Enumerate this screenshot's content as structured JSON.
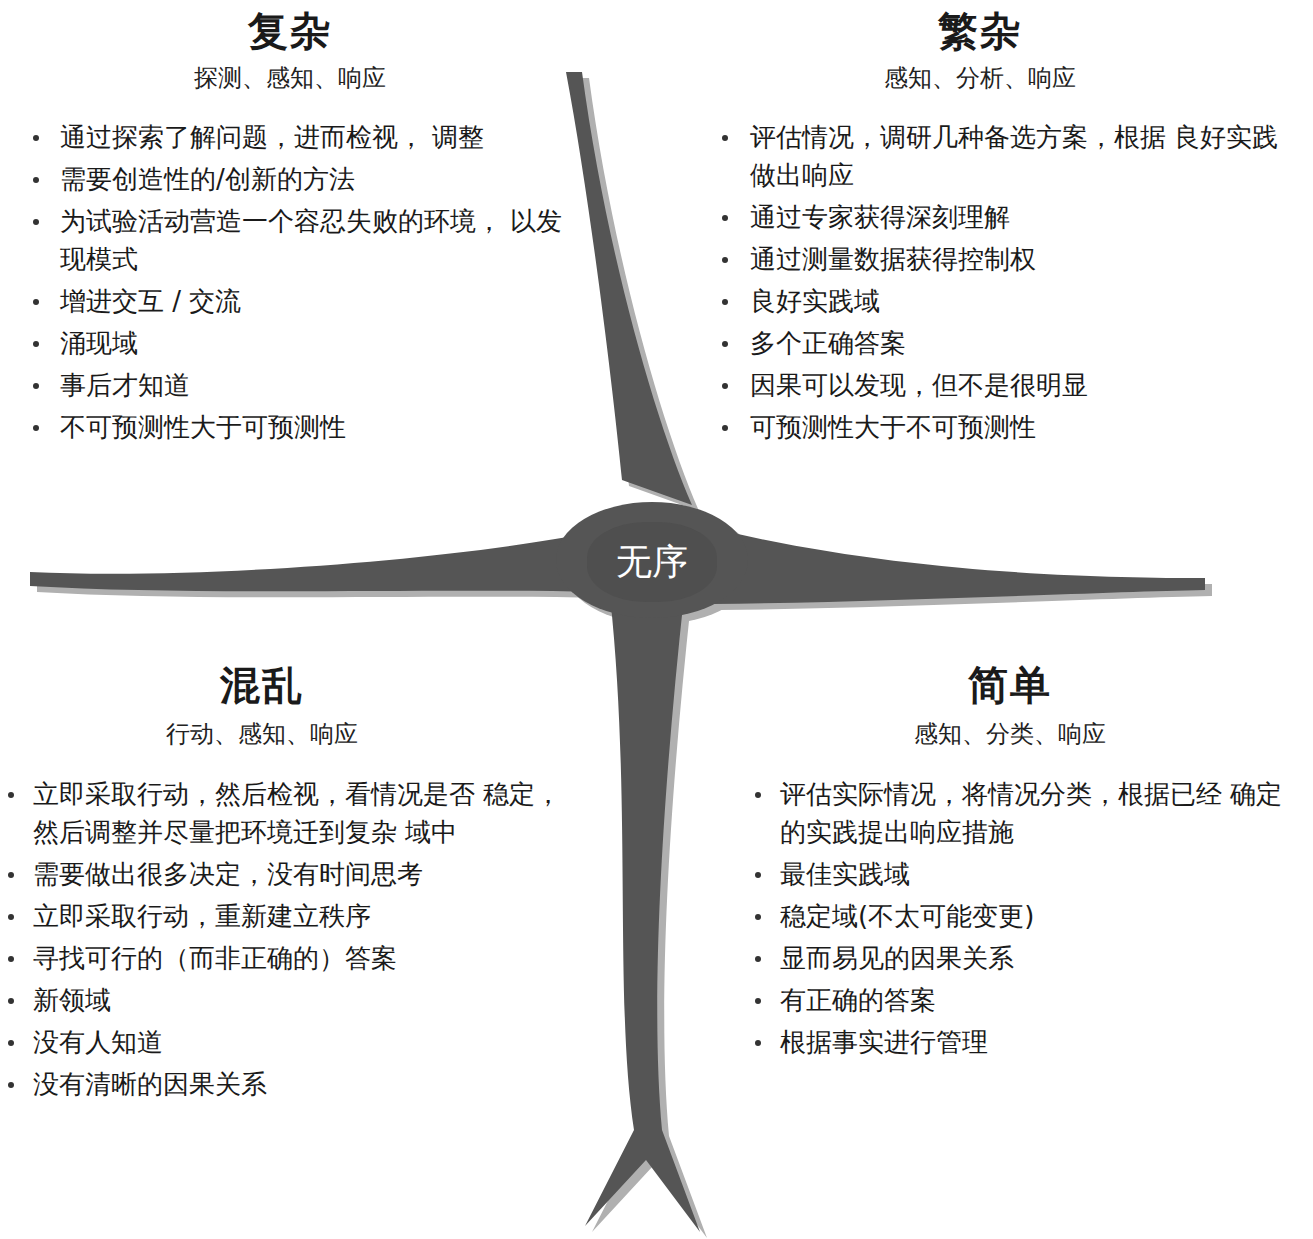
{
  "diagram": {
    "nodes": [
      {
        "text": [
          "无序"
        ]
      }
    ],
    "labels": [
      "复杂",
      "探测、感知、响应",
      "通过探索了解问题，进而检视， 调整",
      "需要创造性的/创新的方法",
      "为试验活动营造一个容忍失败的环境， 以发现模式",
      "增进交互 / 交流",
      "涌现域",
      "事后才知道",
      "不可预测性大于可预测性",
      "繁杂",
      "感知、分析、响应",
      "评估情况，调研几种备选方案，根据 良好实践做出响应",
      "通过专家获得深刻理解",
      "通过测量数据获得控制权",
      "良好实践域",
      "多个正确答案",
      "因果可以发现，但不是很明显",
      "可预测性大于不可预测性",
      "混乱",
      "行动、感知、响应",
      "立即采取行动，然后检视，看情况是否 稳定，然后调整并尽量把环境迁到复杂 域中",
      "需要做出很多决定，没有时间思考",
      "立即采取行动，重新建立秩序",
      "寻找可行的（而非正确的）答案",
      "新领域",
      "没有人知道",
      "没有清晰的因果关系",
      "简单",
      "感知、分类、响应",
      "评估实际情况，将情况分类，根据已经 确定的实践提出响应措施",
      "最佳实践域",
      "稳定域(不太可能变更)",
      "显而易见的因果关系",
      "有正确的答案",
      "根据事实进行管理"
    ]
  }
}
